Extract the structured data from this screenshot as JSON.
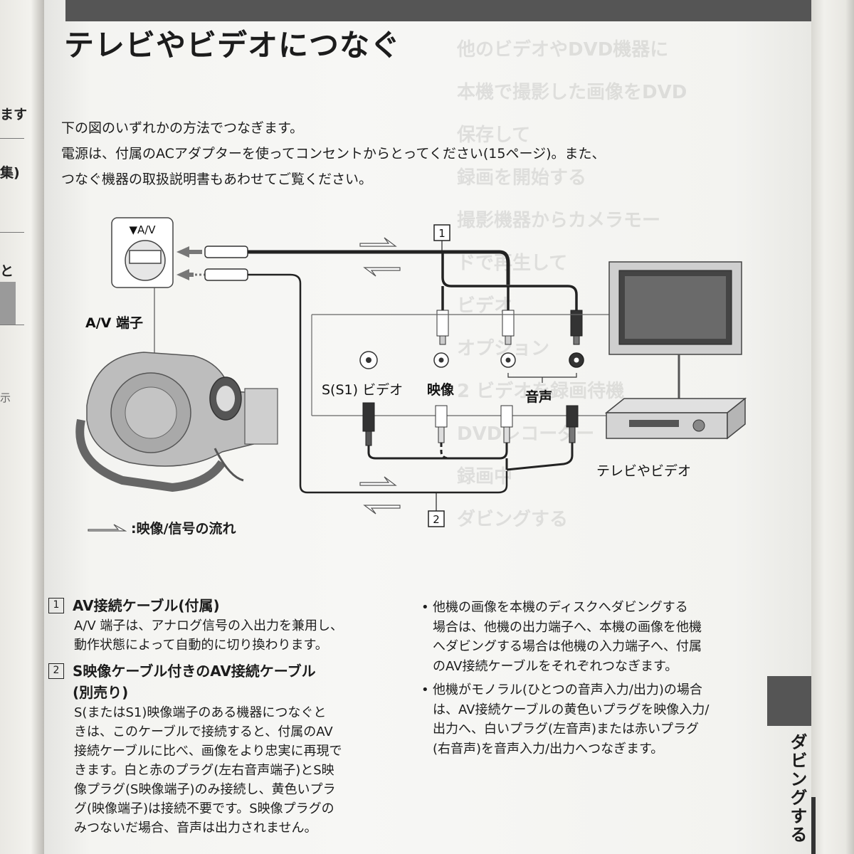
{
  "left_page": {
    "fragment_1": "ます",
    "fragment_2": "集)",
    "fragment_3": "と",
    "fragment_4": "示"
  },
  "page": {
    "title": "テレビやビデオにつなぐ",
    "intro_lines": [
      "下の図のいずれかの方法でつなぎます。",
      "電源は、付属のACアダプターを使ってコンセントからとってください(15ページ)。また、",
      "つなぐ機器の取扱説明書もあわせてご覧ください。"
    ]
  },
  "diagram": {
    "av_jack_mark": "▼A/V",
    "av_terminal_label": "A/V 端子",
    "svideo_label": "S(S1) ビデオ",
    "video_label": "映像",
    "audio_label": "音声",
    "device_label": "テレビやビデオ",
    "cable_1": "1",
    "cable_2": "2",
    "legend_text": ":映像/信号の流れ"
  },
  "items": [
    {
      "num": "1",
      "title_lines": [
        "AV接続ケーブル(付属)"
      ],
      "body_lines": [
        "A/V 端子は、アナログ信号の入出力を兼用し、",
        "動作状態によって自動的に切り換わります。"
      ]
    },
    {
      "num": "2",
      "title_lines": [
        "S映像ケーブル付きのAV接続ケーブル",
        "(別売り)"
      ],
      "body_lines": [
        "S(またはS1)映像端子のある機器につなぐと",
        "きは、このケーブルで接続すると、付属のAV",
        "接続ケーブルに比べ、画像をより忠実に再現で",
        "きます。白と赤のプラグ(左右音声端子)とS映",
        "像プラグ(S映像端子)のみ接続し、黄色いプラ",
        "グ(映像端子)は接続不要です。S映像プラグの",
        "みつないだ場合、音声は出力されません。"
      ]
    }
  ],
  "notes": [
    {
      "lines": [
        "他機の画像を本機のディスクへダビングする",
        "場合は、他機の出力端子へ、本機の画像を他機",
        "へダビングする場合は他機の入力端子へ、付属",
        "のAV接続ケーブルをそれぞれつなぎます。"
      ]
    },
    {
      "lines": [
        "他機がモノラル(ひとつの音声入力/出力)の場合",
        "は、AV接続ケーブルの黄色いプラグを映像入力/",
        "出力へ、白いプラグ(左音声)または赤いプラグ",
        "(右音声)を音声入力/出力へつなぎます。"
      ]
    }
  ],
  "bullet": "•",
  "side_tab_label": "ダビングする",
  "bleed_through_lines": [
    "他のビデオやDVD機器に",
    "本機で撮影した画像をDVD",
    "保存して",
    "録画を開始する",
    "撮影機器からカメラモー",
    "ドで再生して",
    "ビデオ",
    "オプション",
    "2 ビデオを録画待機",
    "DVDレコーダー",
    "録画中",
    "ダビングする"
  ]
}
